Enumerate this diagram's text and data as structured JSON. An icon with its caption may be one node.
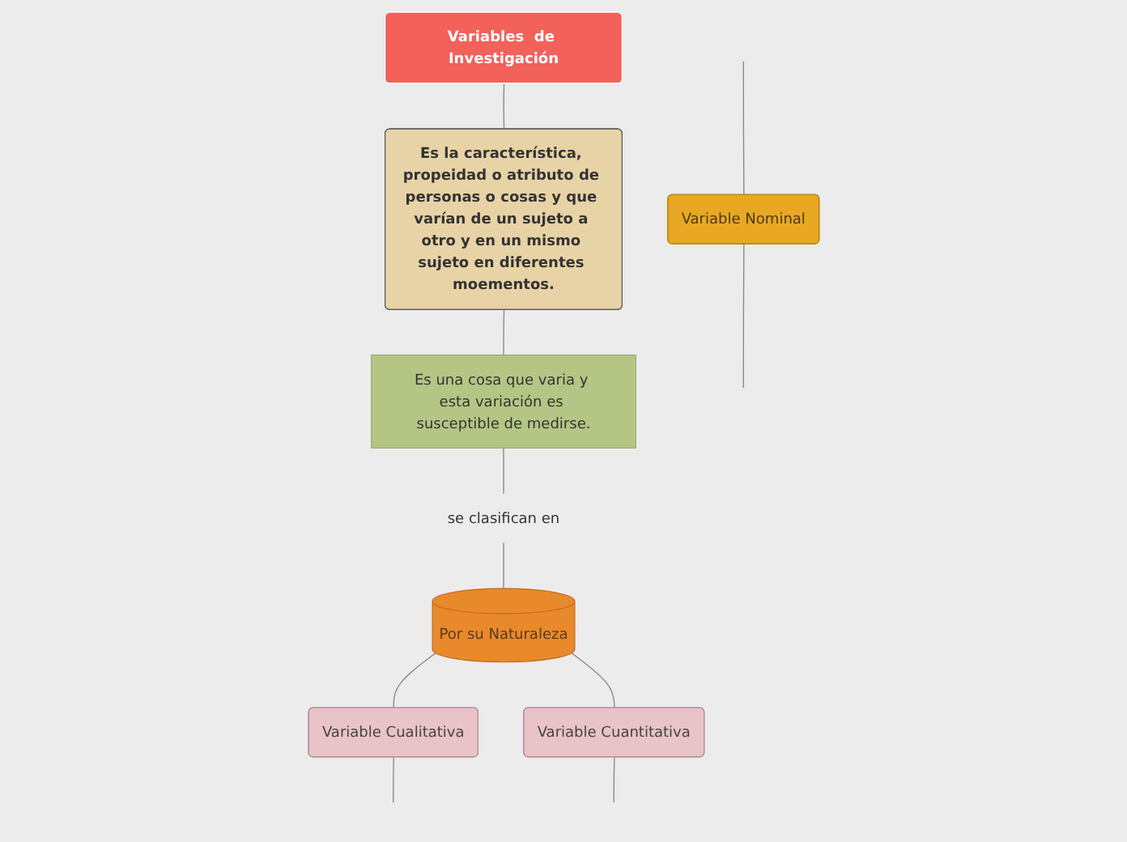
{
  "diagram": {
    "nodes": [
      {
        "text": [
          "Variables  de Investigación"
        ]
      },
      {
        "text": [
          "Es la característica, propeidad o atributo de personas o cosas y que varían de un sujeto a otro y en un mismo sujeto en diferentes moementos."
        ]
      },
      {
        "text": [
          "Es una cosa que varia y esta variación es susceptible de medirse."
        ]
      },
      {
        "text": [
          "se clasifican en"
        ]
      },
      {
        "text": [
          "Por su Naturaleza"
        ]
      },
      {
        "text": [
          "Variable Cualitativa"
        ]
      },
      {
        "text": [
          "Variable Cuantitativa"
        ]
      },
      {
        "text": [
          "Variable Nominal"
        ]
      }
    ],
    "edges": [
      {
        "from": 0,
        "to": 1,
        "arrow": "none"
      },
      {
        "from": 1,
        "to": 2,
        "arrow": "none"
      },
      {
        "from": 2,
        "to": 3,
        "arrow": "none"
      },
      {
        "from": 3,
        "to": 4,
        "arrow": "none"
      },
      {
        "from": 4,
        "to": 5,
        "arrow": "none"
      },
      {
        "from": 4,
        "to": 6,
        "arrow": "none"
      },
      {
        "from": null,
        "to": 7,
        "arrow": "none"
      },
      {
        "from": 5,
        "to": null,
        "arrow": "none"
      },
      {
        "from": 6,
        "to": null,
        "arrow": "none"
      },
      {
        "from": 7,
        "to": null,
        "arrow": "none"
      }
    ]
  }
}
